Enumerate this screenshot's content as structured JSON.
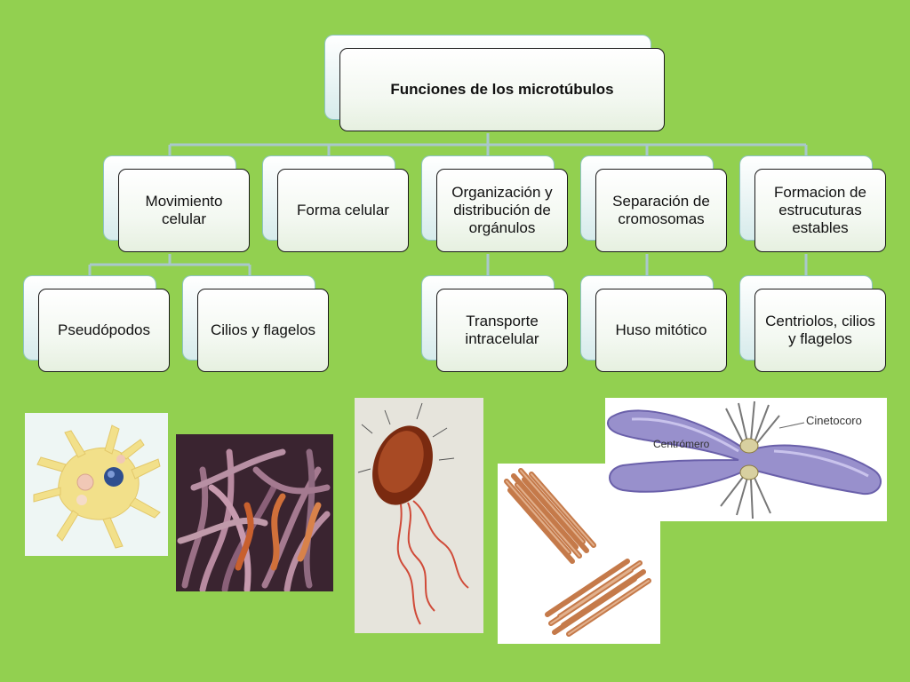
{
  "diagram": {
    "root": "Funciones de los microtúbulos",
    "branches": [
      {
        "label": "Movimiento celular",
        "children": [
          "Pseudópodos",
          "Cilios y flagelos"
        ]
      },
      {
        "label": "Forma celular",
        "children": []
      },
      {
        "label": "Organización y distribución de orgánulos",
        "children": [
          "Transporte intracelular"
        ]
      },
      {
        "label": "Separación de cromosomas",
        "children": [
          "Huso mitótico"
        ]
      },
      {
        "label": "Formacion de estrucuturas estables",
        "children": [
          "Centriolos, cilios y flagelos"
        ]
      }
    ]
  },
  "illustrations": {
    "chromosome": {
      "label_kinetochore": "Cinetocoro",
      "label_centromere": "Centrómero"
    }
  },
  "colors": {
    "background": "#92d050",
    "connector": "#a9c8cc",
    "node_border": "#1a1a1a"
  }
}
